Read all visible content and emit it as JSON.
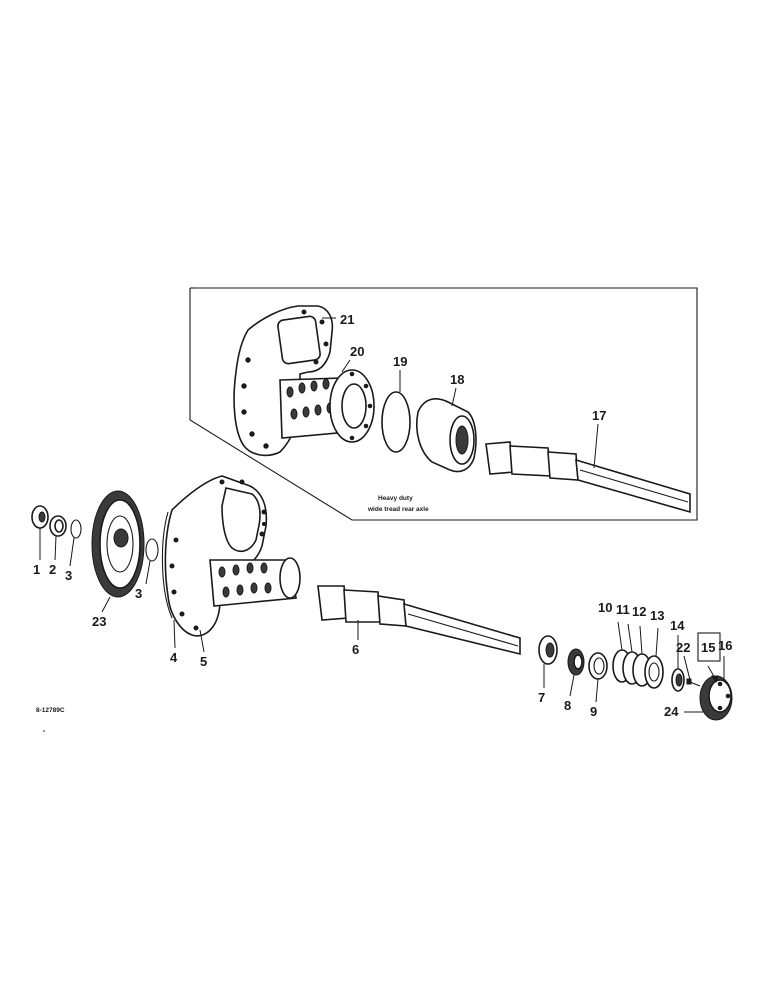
{
  "diagram": {
    "drawing_number": "8-12789C",
    "inset_caption_line1": "Heavy duty",
    "inset_caption_line2": "wide tread rear axle",
    "callouts": {
      "c1": "1",
      "c2": "2",
      "c3a": "3",
      "c3b": "3",
      "c4": "4",
      "c5": "5",
      "c6": "6",
      "c7": "7",
      "c8": "8",
      "c9": "9",
      "c10": "10",
      "c11": "11",
      "c12": "12",
      "c13": "13",
      "c14": "14",
      "c15": "15",
      "c16": "16",
      "c17": "17",
      "c18": "18",
      "c19": "19",
      "c20": "20",
      "c21": "21",
      "c22": "22",
      "c23": "23",
      "c24": "24"
    }
  }
}
